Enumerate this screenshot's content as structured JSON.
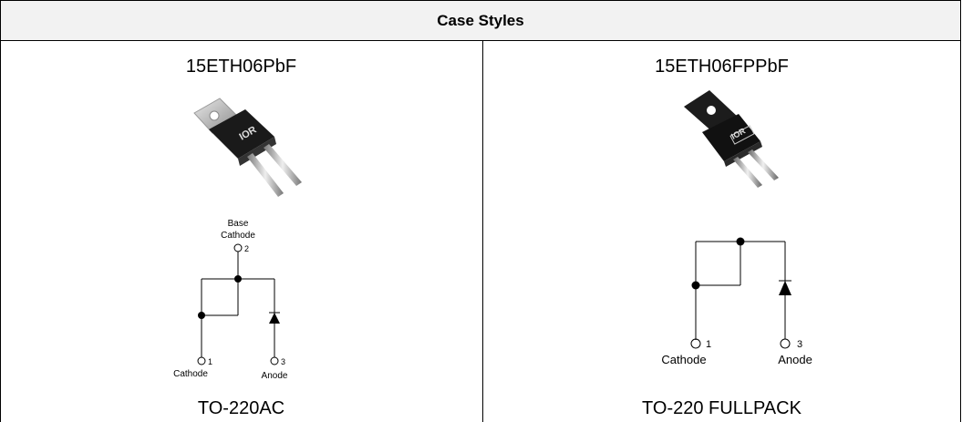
{
  "header": {
    "title": "Case Styles"
  },
  "left": {
    "part_number": "15ETH06PbF",
    "package": "TO-220AC",
    "photo_logo": "IOR",
    "schematic": {
      "top_label_line1": "Base",
      "top_label_line2": "Cathode",
      "pin2": "2",
      "pin1": "1",
      "pin3": "3",
      "cathode_label": "Cathode",
      "anode_label": "Anode"
    }
  },
  "right": {
    "part_number": "15ETH06FPPbF",
    "package": "TO-220 FULLPACK",
    "photo_logo": "IOR",
    "schematic": {
      "pin1": "1",
      "pin3": "3",
      "cathode_label": "Cathode",
      "anode_label": "Anode"
    }
  },
  "colors": {
    "border": "#000000",
    "header_bg": "#f2f2f2"
  }
}
